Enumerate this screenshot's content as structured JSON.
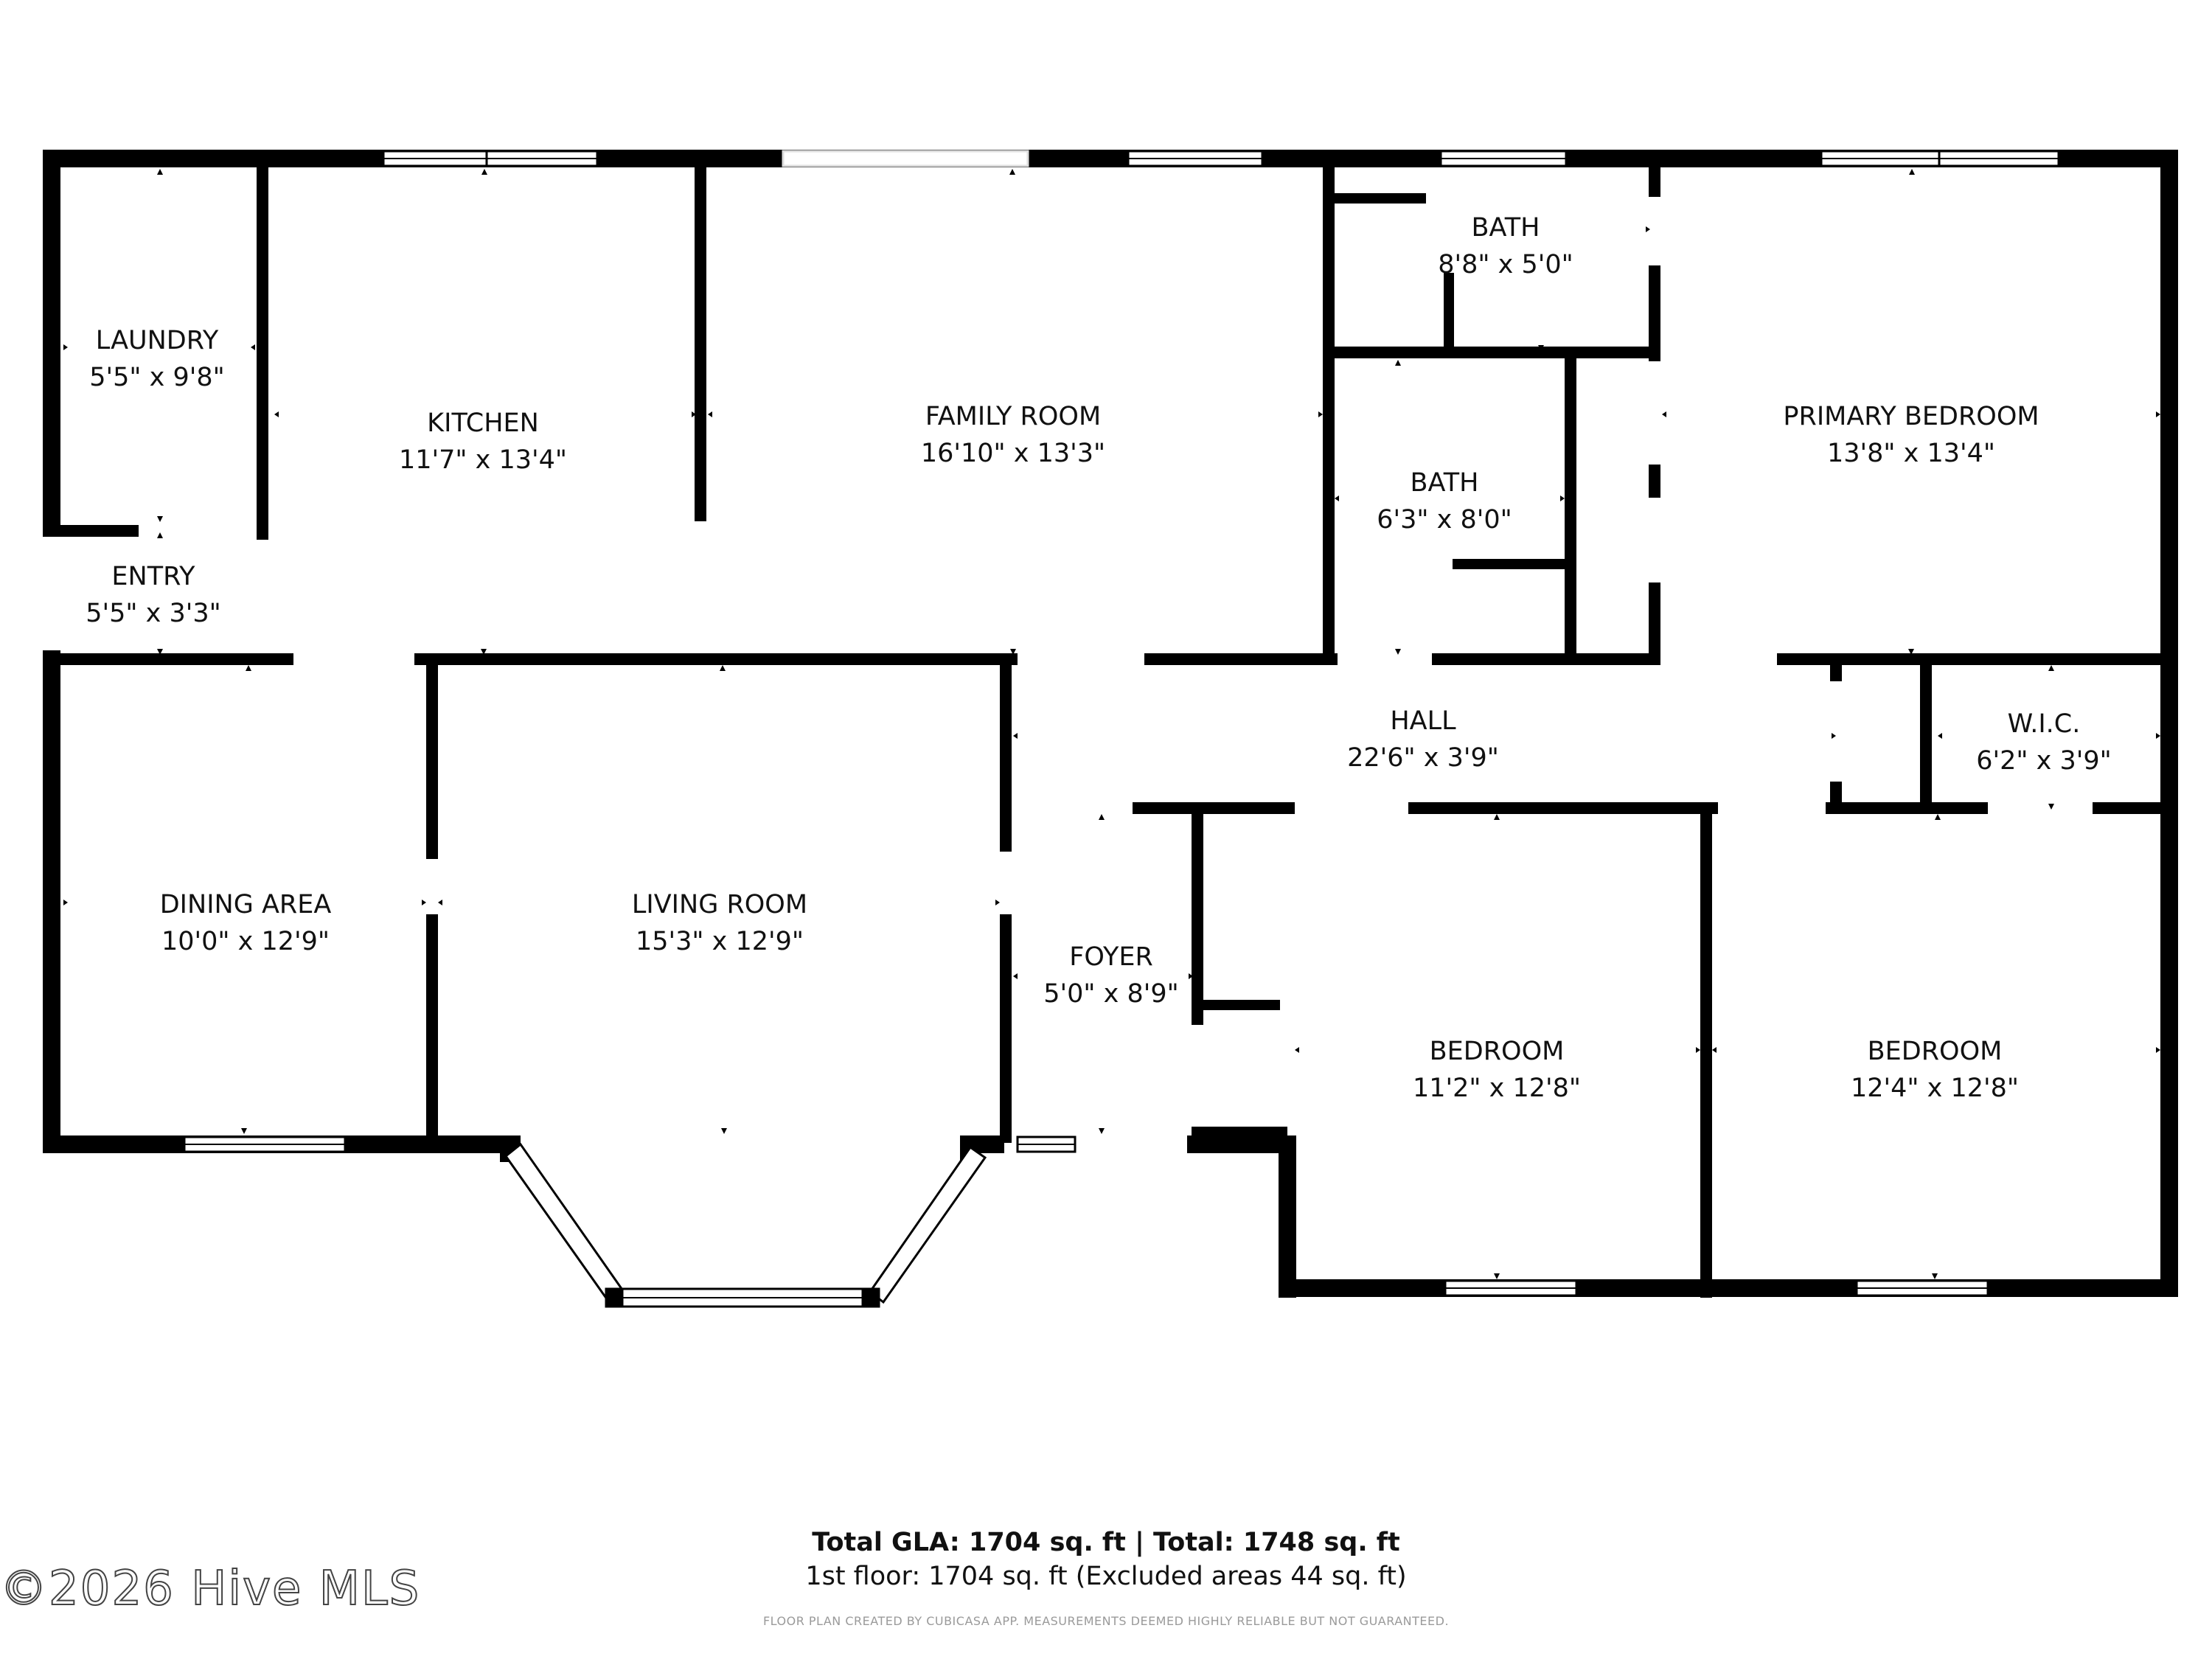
{
  "rooms": [
    {
      "id": "laundry",
      "name": "LAUNDRY",
      "dims": "5'5\" x 9'8\""
    },
    {
      "id": "entry",
      "name": "ENTRY",
      "dims": "5'5\" x 3'3\""
    },
    {
      "id": "kitchen",
      "name": "KITCHEN",
      "dims": "11'7\" x 13'4\""
    },
    {
      "id": "family-room",
      "name": "FAMILY ROOM",
      "dims": "16'10\" x 13'3\""
    },
    {
      "id": "bath-upper",
      "name": "BATH",
      "dims": "8'8\" x 5'0\""
    },
    {
      "id": "bath-lower",
      "name": "BATH",
      "dims": "6'3\" x 8'0\""
    },
    {
      "id": "primary-bedroom",
      "name": "PRIMARY BEDROOM",
      "dims": "13'8\" x 13'4\""
    },
    {
      "id": "hall",
      "name": "HALL",
      "dims": "22'6\" x 3'9\""
    },
    {
      "id": "wic",
      "name": "W.I.C.",
      "dims": "6'2\" x 3'9\""
    },
    {
      "id": "dining-area",
      "name": "DINING AREA",
      "dims": "10'0\" x 12'9\""
    },
    {
      "id": "living-room",
      "name": "LIVING ROOM",
      "dims": "15'3\" x 12'9\""
    },
    {
      "id": "foyer",
      "name": "FOYER",
      "dims": "5'0\" x 8'9\""
    },
    {
      "id": "bedroom-1",
      "name": "BEDROOM",
      "dims": "11'2\" x 12'8\""
    },
    {
      "id": "bedroom-2",
      "name": "BEDROOM",
      "dims": "12'4\" x 12'8\""
    }
  ],
  "footer": {
    "total": "Total GLA: 1704 sq. ft | Total: 1748 sq. ft",
    "floor": "1st floor: 1704 sq. ft (Excluded areas 44 sq. ft)",
    "disclaimer": "FLOOR PLAN CREATED BY CUBICASA APP. MEASUREMENTS DEEMED HIGHLY RELIABLE BUT NOT GUARANTEED.",
    "watermark": "©2026 Hive MLS"
  },
  "colors": {
    "wall": "#000000",
    "background": "#ffffff",
    "window": "#ffffff"
  }
}
